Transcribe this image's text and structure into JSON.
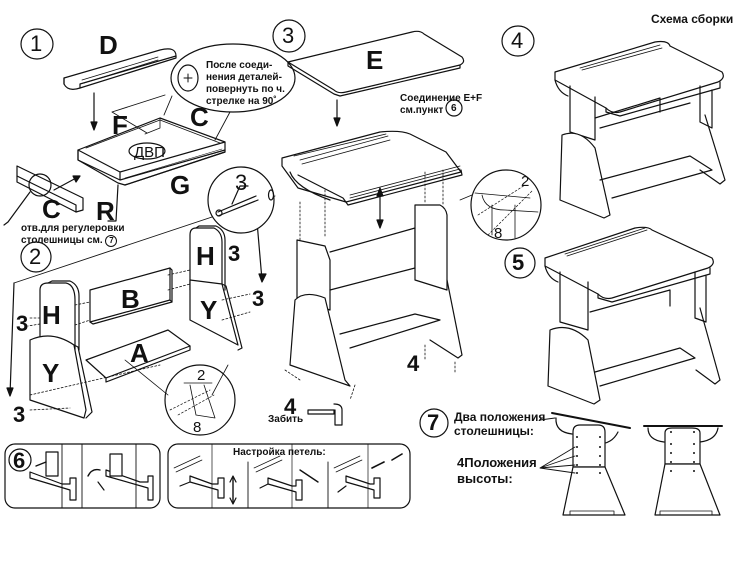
{
  "title": "Схема сборки",
  "steps": [
    "1",
    "2",
    "3",
    "4",
    "5",
    "6",
    "7"
  ],
  "parts": {
    "D": "D",
    "F": "F",
    "C1": "C",
    "C2": "C",
    "G": "G",
    "R": "R",
    "dvp": "ДВП",
    "E": "E",
    "B": "B",
    "A": "A",
    "H1": "H",
    "H2": "H",
    "Y1": "Y",
    "Y2": "Y"
  },
  "fasteners": {
    "n3_screw": "3",
    "n3_a": "3",
    "n3_b": "3",
    "n3_c": "3",
    "n3_d": "3",
    "n2_a": "2",
    "n8_a": "8",
    "n2_b": "2",
    "n8_b": "8",
    "n4_a": "4",
    "n4_b": "4"
  },
  "notes": {
    "rotate": [
      "После соеди-",
      "нения деталей-",
      "повернуть по ч.",
      "стрелке на 90˚"
    ],
    "holes": [
      "отв.для регулеровки",
      "столешницы см."
    ],
    "holes_ref": "7",
    "ef_join": [
      "Соединение E+F",
      "см.пункт"
    ],
    "ef_ref": "6",
    "hammer": "Забить",
    "hinge_adjust": "Настройка петель:",
    "two_positions": [
      "Два положения",
      "столешницы:"
    ],
    "four_positions": [
      "4Положения",
      "высоты:"
    ]
  }
}
